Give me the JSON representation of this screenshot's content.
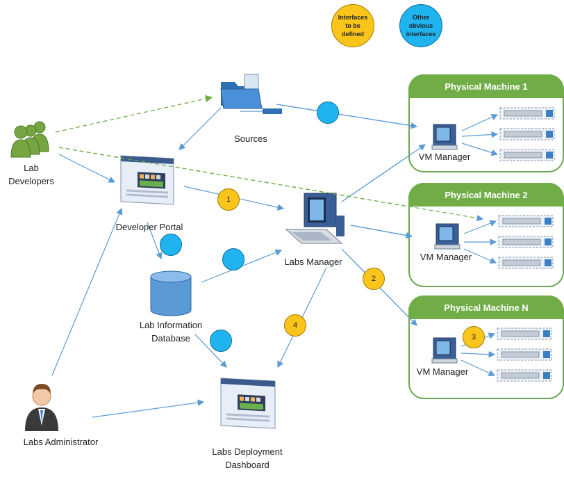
{
  "legend": {
    "interfaces_defined": "Interfaces to be defined",
    "interfaces_obvious": "Other obvious interfaces",
    "color_defined": "#f9c51a",
    "color_obvious": "#1fb3f0"
  },
  "nodes": {
    "lab_developers": "Lab Developers",
    "sources": "Sources",
    "developer_portal": "Developer Portal",
    "labs_manager": "Labs Manager",
    "lab_information_database": "Lab Information Database",
    "labs_administrator": "Labs Administrator",
    "labs_deployment_dashboard": "Labs Deployment Dashboard"
  },
  "machines": [
    {
      "title": "Physical Machine 1",
      "manager": "VM Manager"
    },
    {
      "title": "Physical Machine 2",
      "manager": "VM Manager"
    },
    {
      "title": "Physical Machine N",
      "manager": "VM Manager"
    }
  ],
  "badges": [
    "1",
    "2",
    "3",
    "4"
  ],
  "colors": {
    "accent_green": "#70ad47",
    "arrow_blue": "#5b9bd5",
    "dashed_green": "#70ad47"
  }
}
